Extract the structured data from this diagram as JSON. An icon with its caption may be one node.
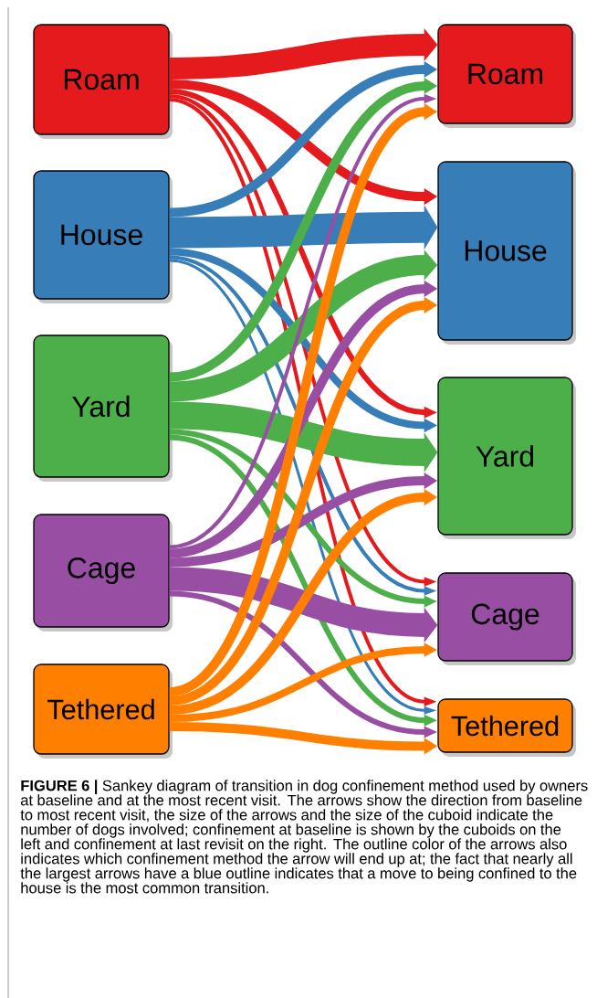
{
  "diagram": {
    "caption": "**FIGURE 6 |** Sankey diagram of transition in dog confinement method used by owners at baseline and at the most recent visit. The arrows show the direction from baseline to most recent visit, the size of the arrows and the size of the cuboid indicate the number of dogs involved; confinement at baseline is shown by the cuboids on the left and confinement at last revisit on the right. The outline color of the arrows also indicates which confinement method the arrow will end up at; the fact that nearly all the largest arrows have a blue outline indicates that a move to being confined to the house is the most common transition.",
    "nodes": [
      {
        "text": [
          "Roam"
        ]
      },
      {
        "text": [
          "House"
        ]
      },
      {
        "text": [
          "Yard"
        ]
      },
      {
        "text": [
          "Cage"
        ]
      },
      {
        "text": [
          "Tethered"
        ]
      },
      {
        "text": [
          "Roam"
        ]
      },
      {
        "text": [
          "House"
        ]
      },
      {
        "text": [
          "Yard"
        ]
      },
      {
        "text": [
          "Cage"
        ]
      },
      {
        "text": [
          "Tethered"
        ]
      }
    ],
    "edges": [
      {
        "from": 0,
        "to": 5,
        "arrow": "to",
        "color": "#e41a1c",
        "style": "thick"
      },
      {
        "from": 0,
        "to": 6,
        "arrow": "to",
        "color": "#e41a1c"
      },
      {
        "from": 0,
        "to": 7,
        "arrow": "to",
        "color": "#e41a1c"
      },
      {
        "from": 0,
        "to": 8,
        "arrow": "to",
        "color": "#e41a1c"
      },
      {
        "from": 0,
        "to": 9,
        "arrow": "to",
        "color": "#e41a1c"
      },
      {
        "from": 1,
        "to": 5,
        "arrow": "to",
        "color": "#377eb8"
      },
      {
        "from": 1,
        "to": 6,
        "arrow": "to",
        "color": "#377eb8",
        "style": "thick"
      },
      {
        "from": 1,
        "to": 7,
        "arrow": "to",
        "color": "#377eb8"
      },
      {
        "from": 1,
        "to": 8,
        "arrow": "to",
        "color": "#377eb8"
      },
      {
        "from": 1,
        "to": 9,
        "arrow": "to",
        "color": "#377eb8"
      },
      {
        "from": 2,
        "to": 5,
        "arrow": "to",
        "color": "#4daf4a"
      },
      {
        "from": 2,
        "to": 6,
        "arrow": "to",
        "color": "#4daf4a",
        "style": "thick"
      },
      {
        "from": 2,
        "to": 7,
        "arrow": "to",
        "color": "#4daf4a",
        "style": "thick"
      },
      {
        "from": 2,
        "to": 8,
        "arrow": "to",
        "color": "#4daf4a"
      },
      {
        "from": 2,
        "to": 9,
        "arrow": "to",
        "color": "#4daf4a"
      },
      {
        "from": 3,
        "to": 5,
        "arrow": "to",
        "color": "#984ea3"
      },
      {
        "from": 3,
        "to": 6,
        "arrow": "to",
        "color": "#984ea3"
      },
      {
        "from": 3,
        "to": 7,
        "arrow": "to",
        "color": "#984ea3"
      },
      {
        "from": 3,
        "to": 8,
        "arrow": "to",
        "color": "#984ea3",
        "style": "thick"
      },
      {
        "from": 3,
        "to": 9,
        "arrow": "to",
        "color": "#984ea3"
      },
      {
        "from": 4,
        "to": 5,
        "arrow": "to",
        "color": "#ff7f00"
      },
      {
        "from": 4,
        "to": 6,
        "arrow": "to",
        "color": "#ff7f00"
      },
      {
        "from": 4,
        "to": 7,
        "arrow": "to",
        "color": "#ff7f00"
      },
      {
        "from": 4,
        "to": 8,
        "arrow": "to",
        "color": "#ff7f00"
      },
      {
        "from": 4,
        "to": 9,
        "arrow": "to",
        "color": "#ff7f00"
      }
    ]
  }
}
